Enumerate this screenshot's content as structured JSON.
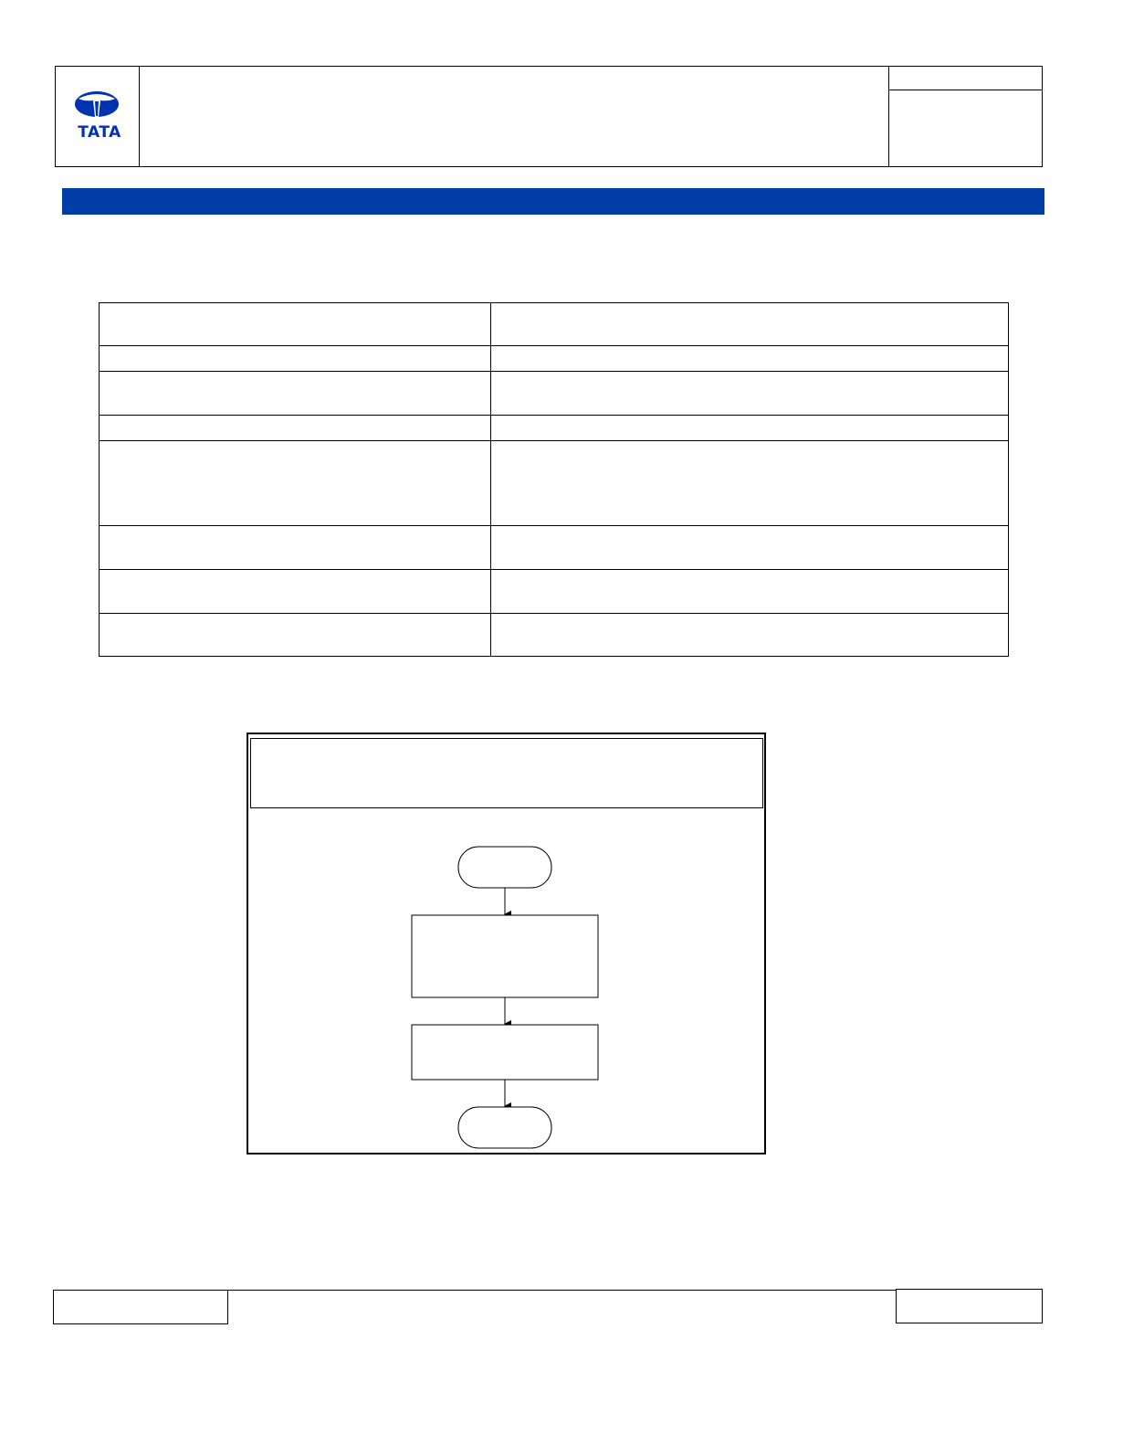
{
  "header": {
    "logo_text": "TATA",
    "logo_color": "#0033b0"
  },
  "band": {
    "color": "#003da6"
  },
  "table": {
    "rows": [
      {
        "left": "",
        "right": ""
      },
      {
        "left": "",
        "right": ""
      },
      {
        "left": "",
        "right": ""
      },
      {
        "left": "",
        "right": ""
      },
      {
        "left": "",
        "right": ""
      },
      {
        "left": "",
        "right": ""
      },
      {
        "left": "",
        "right": ""
      },
      {
        "left": "",
        "right": ""
      }
    ]
  },
  "flowchart": {
    "title": "",
    "nodes": [
      {
        "shape": "terminator",
        "label": ""
      },
      {
        "shape": "process",
        "label": ""
      },
      {
        "shape": "process",
        "label": ""
      },
      {
        "shape": "terminator",
        "label": ""
      }
    ]
  }
}
